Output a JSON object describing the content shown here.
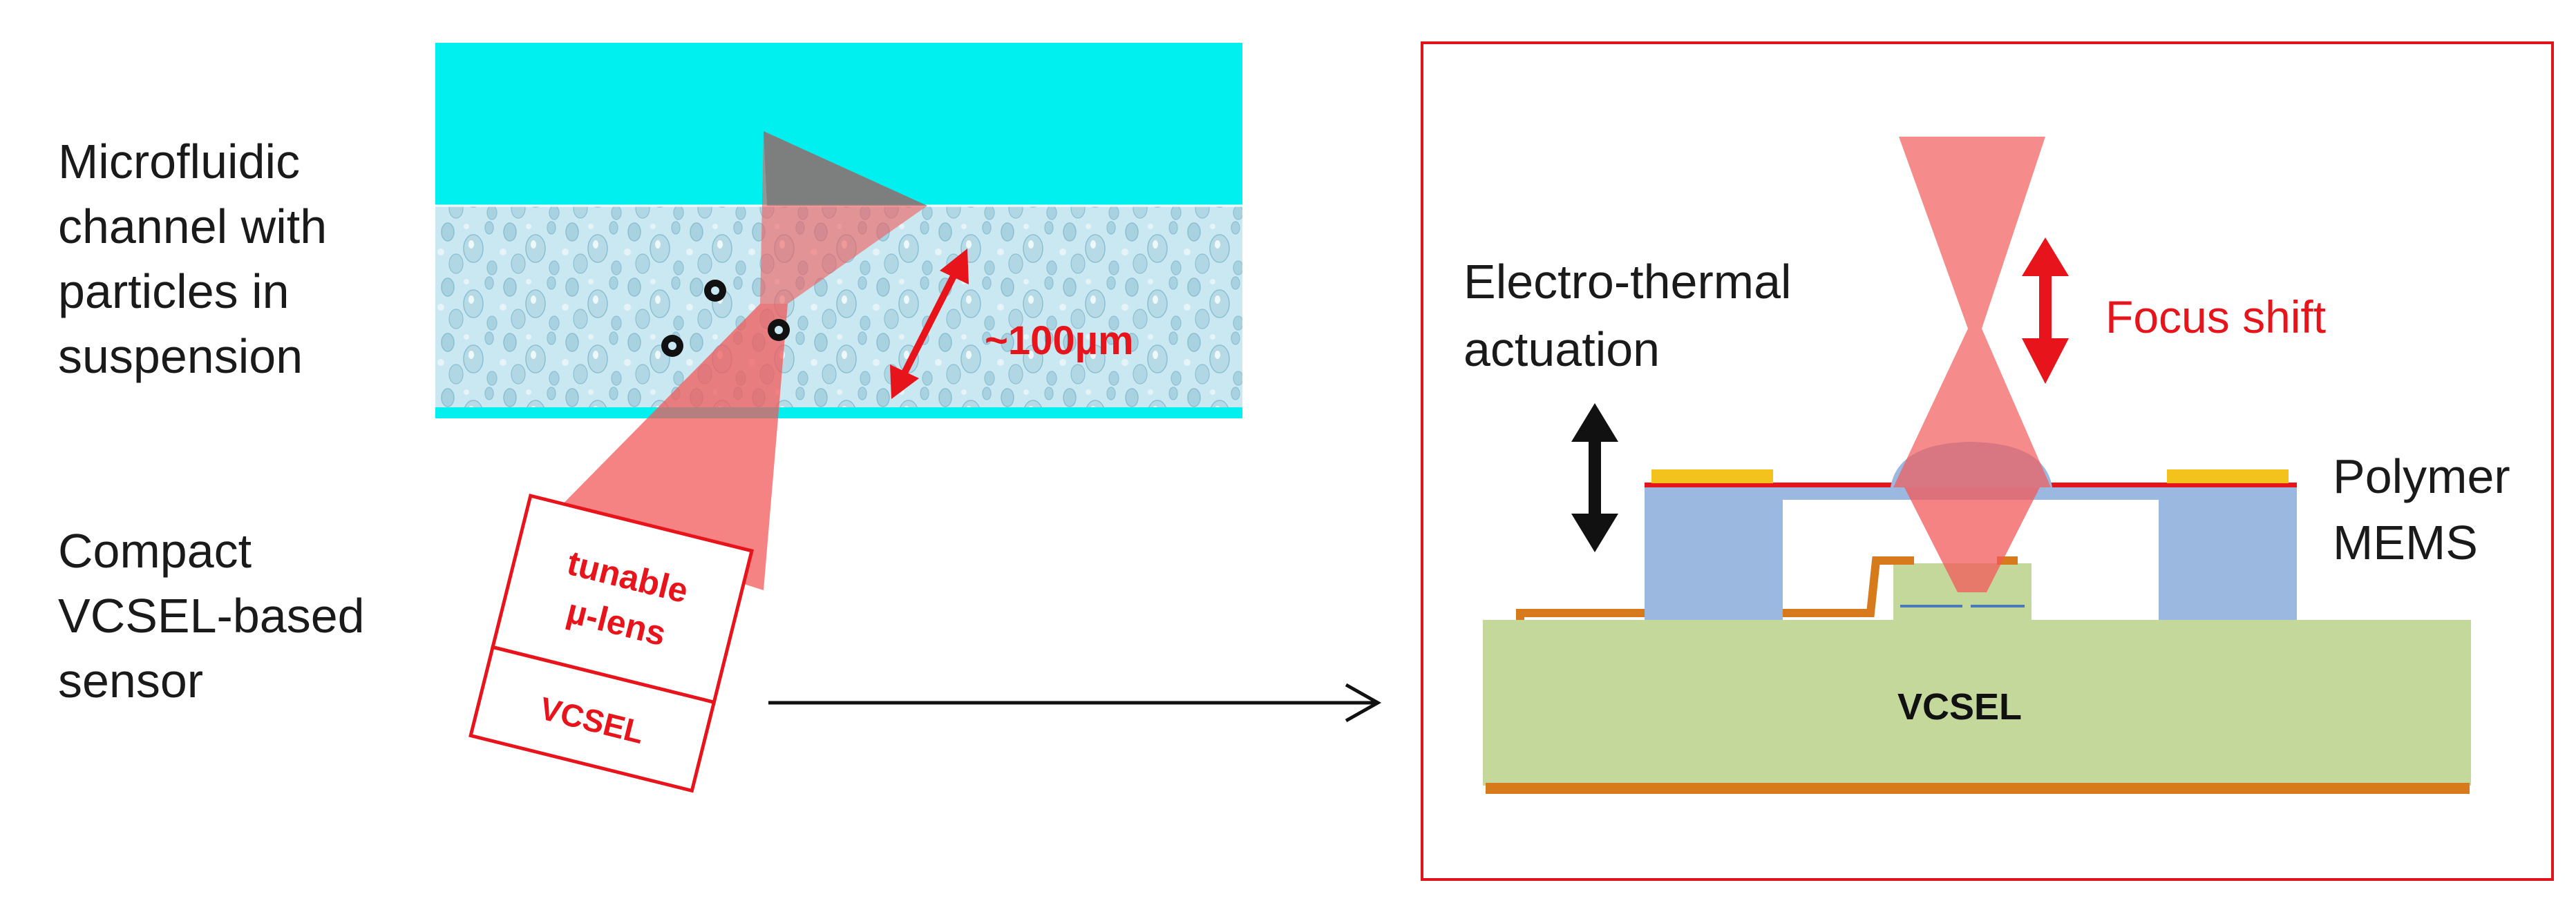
{
  "left_panel": {
    "channel_label": [
      "Microfluidic",
      "channel with",
      "particles in",
      "suspension"
    ],
    "sensor_label": [
      "Compact",
      "VCSEL-based",
      "sensor"
    ],
    "distance_label": "~100µm",
    "lens_label": [
      "tunable",
      "µ-lens"
    ],
    "vcsel_box_label": "VCSEL"
  },
  "right_panel": {
    "actuation_label": [
      "Electro-thermal",
      "actuation"
    ],
    "focus_label": "Focus shift",
    "polymer_label": [
      "Polymer",
      "MEMS"
    ],
    "substrate_label": "VCSEL"
  },
  "colors": {
    "channel_cyan": "#00f0f0",
    "fluid_light": "#c9e8f1",
    "beam_red": "#f47272",
    "label_red": "#e8141c",
    "substrate_green": "#c5d89c",
    "pillar_blue": "#9ab8e0",
    "electrode_orange": "#d77a1c",
    "contact_yellow": "#f4c21c",
    "frame_red": "#e0141c"
  }
}
